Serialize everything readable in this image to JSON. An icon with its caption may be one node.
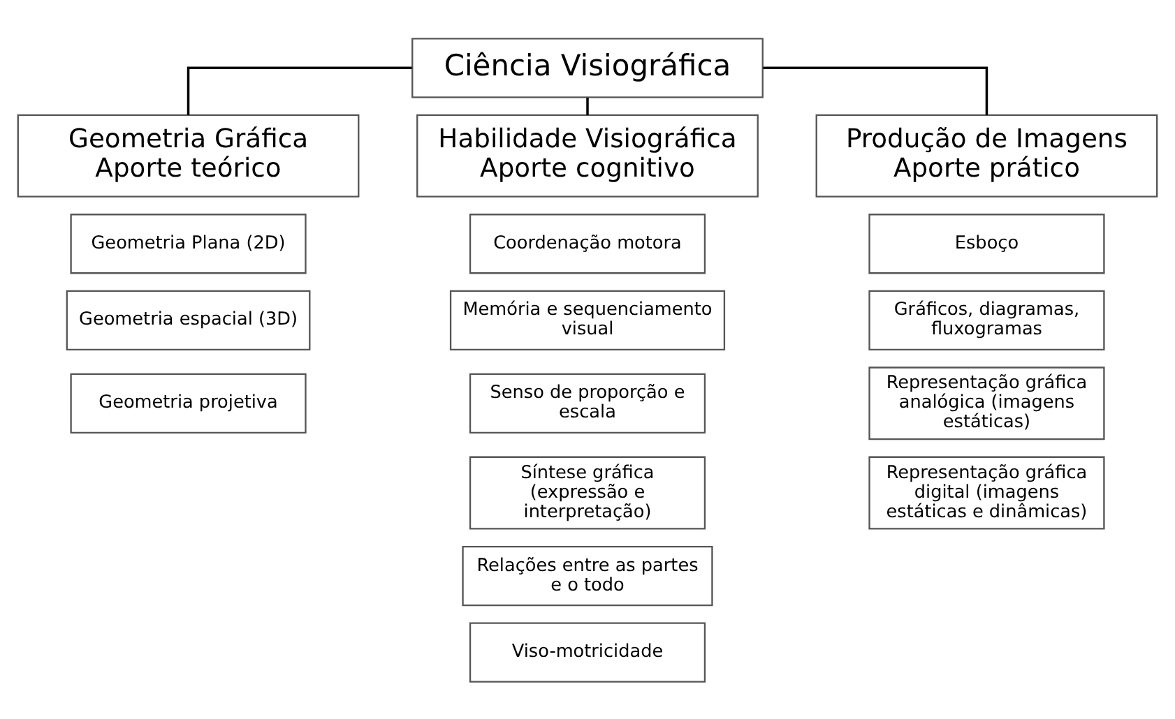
{
  "diagram": {
    "nodes": [
      {
        "text": [
          "Ciência Visiográfica"
        ]
      },
      {
        "text": [
          "Geometria Gráfica",
          "Aporte teórico"
        ]
      },
      {
        "text": [
          "Habilidade Visiográfica",
          "Aporte cognitivo"
        ]
      },
      {
        "text": [
          "Produção de Imagens",
          "Aporte prático"
        ]
      },
      {
        "text": [
          "Geometria Plana (2D)"
        ]
      },
      {
        "text": [
          "Geometria espacial (3D)"
        ]
      },
      {
        "text": [
          "Geometria projetiva"
        ]
      },
      {
        "text": [
          "Coordenação motora"
        ]
      },
      {
        "text": [
          "Memória e sequenciamento visual"
        ]
      },
      {
        "text": [
          "Senso de proporção e escala"
        ]
      },
      {
        "text": [
          "Síntese gráfica (expressão e interpretação)"
        ]
      },
      {
        "text": [
          "Relações entre as partes e o todo"
        ]
      },
      {
        "text": [
          "Viso-motricidade"
        ]
      },
      {
        "text": [
          "Esboço"
        ]
      },
      {
        "text": [
          "Gráficos, diagramas, fluxogramas"
        ]
      },
      {
        "text": [
          "Representação gráfica analógica (imagens estáticas)"
        ]
      },
      {
        "text": [
          "Representação gráfica digital (imagens estáticas e dinâmicas)"
        ]
      }
    ],
    "edges": [
      {
        "from": 0,
        "to": 1,
        "arrow": "none"
      },
      {
        "from": 0,
        "to": 2,
        "arrow": "none"
      },
      {
        "from": 0,
        "to": 3,
        "arrow": "none"
      }
    ]
  }
}
